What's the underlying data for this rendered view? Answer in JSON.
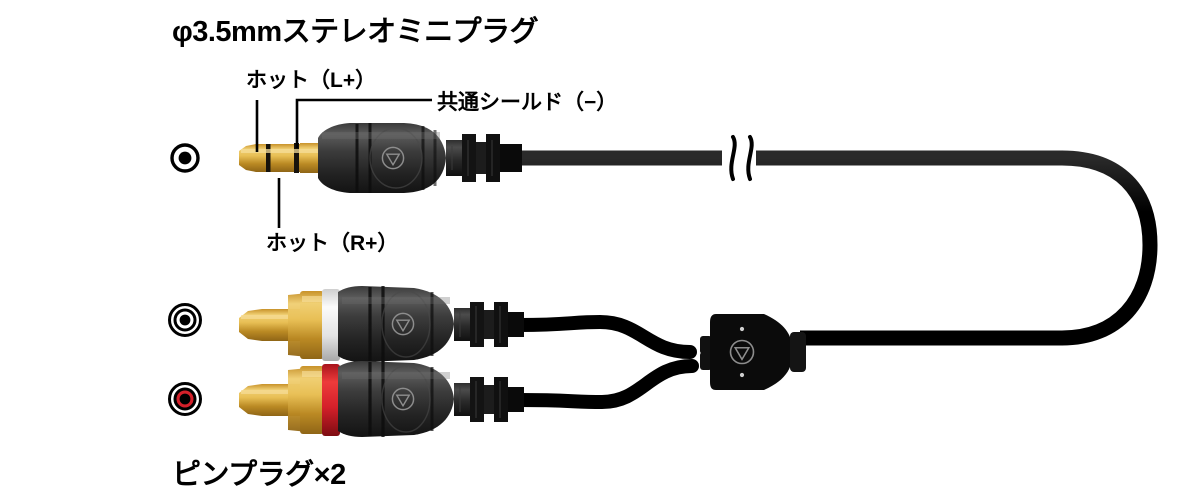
{
  "figure": {
    "title": "φ3.5mmステレオミニプラグ",
    "bottom_caption": "ピンプラグ×2",
    "callouts": {
      "hot_left": "ホット（L+）",
      "common_shield": "共通シールド（−）",
      "hot_right": "ホット（R+）"
    },
    "colors": {
      "cable_black": "#000000",
      "body_black": "#2b2b2b",
      "gold": "#d8a828",
      "white_band": "#f2f2f2",
      "red_band": "#d4202a",
      "background": "#ffffff",
      "logo_gray": "#9a9a9a"
    },
    "connectors": [
      {
        "name": "3.5mm stereo mini plug",
        "jack_icon": "single-ring-jack-icon",
        "band_color": "none",
        "contacts": [
          "tip (L+)",
          "ring (R+)",
          "sleeve (common shield −)"
        ]
      },
      {
        "name": "RCA pin plug L",
        "jack_icon": "double-ring-jack-icon",
        "band_color": "#f2f2f2",
        "contacts": [
          "pin",
          "shield"
        ]
      },
      {
        "name": "RCA pin plug R",
        "jack_icon": "double-ring-red-jack-icon",
        "band_color": "#d4202a",
        "contacts": [
          "pin",
          "shield"
        ]
      }
    ],
    "splitter": {
      "name": "Y-splitter",
      "logo": "audio-technica-logo",
      "dots": 2
    },
    "cable_break_symbol": "double-wavy-break"
  }
}
